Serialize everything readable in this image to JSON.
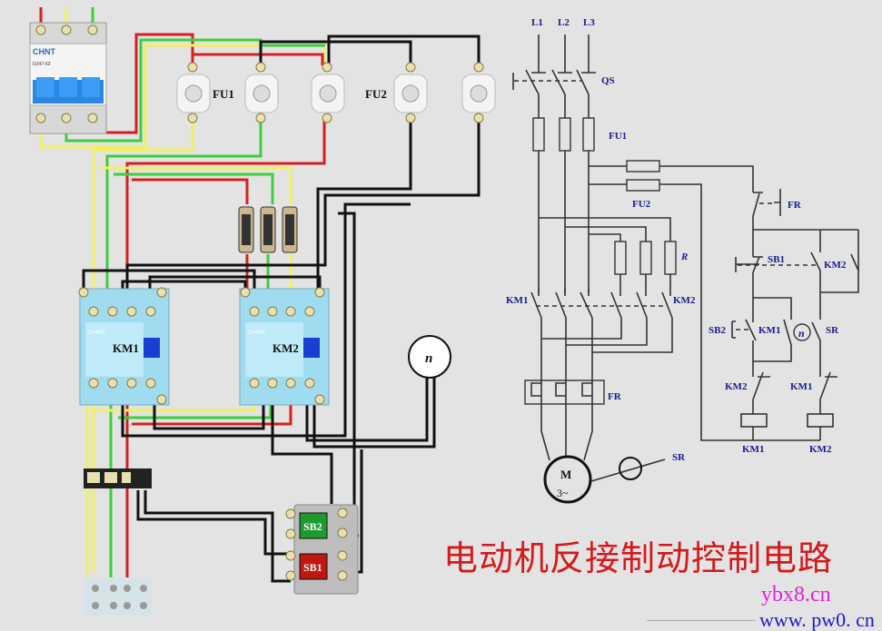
{
  "title": "电动机反接制动控制电路",
  "watermarks": {
    "primary": "ybx8.cn",
    "secondary": "www. pw0. cn"
  },
  "wiring": {
    "breaker_brand": "CHNT",
    "breaker_model": "DZ47-63",
    "fuse_group_1": "FU1",
    "fuse_group_2": "FU2",
    "contactor_brand": "CHNT",
    "contactor_1": "KM1",
    "contactor_2": "KM2",
    "speed_relay": "n",
    "button_start": "SB2",
    "button_stop": "SB1"
  },
  "schematic": {
    "phases": [
      "L1",
      "L2",
      "L3"
    ],
    "switch": "QS",
    "fuse_main": "FU1",
    "fuse_control": "FU2",
    "thermal_contact": "FR",
    "resistor": "R",
    "km1_main": "KM1",
    "km2_main": "KM2",
    "thermal_relay": "FR",
    "motor_m": "M",
    "motor_type": "3~",
    "speed_relay_label": "SR",
    "sb1": "SB1",
    "km2_hold": "KM2",
    "sb2": "SB2",
    "km1_hold": "KM1",
    "speed_relay_symbol": "n",
    "sr_contact": "SR",
    "km2_interlock": "KM2",
    "km1_interlock": "KM1",
    "coil_km1": "KM1",
    "coil_km2": "KM2"
  },
  "colors": {
    "title": "#d41a1a",
    "label": "#1a1a8c",
    "wire_red": "#d42020",
    "wire_yellow": "#f0f060",
    "wire_green": "#3ccf3c"
  }
}
